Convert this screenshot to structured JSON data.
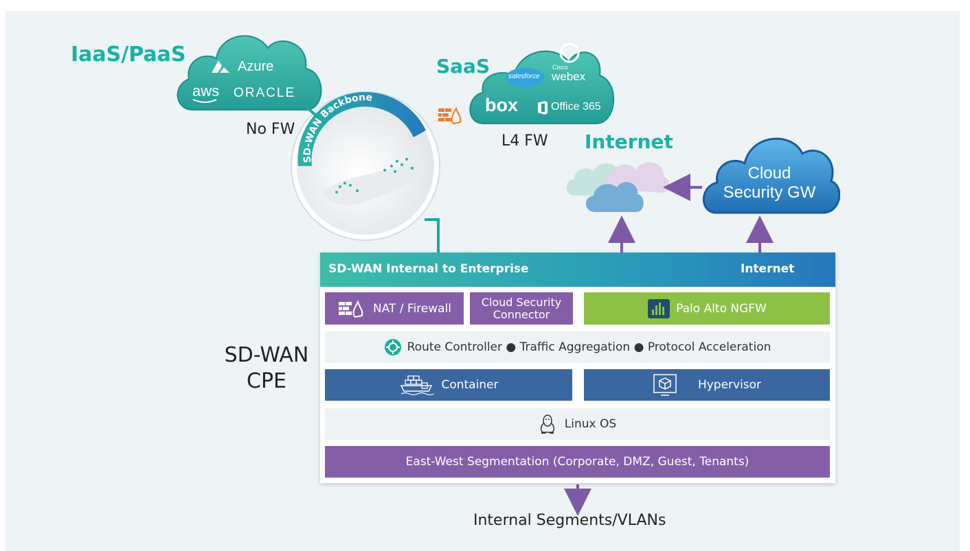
{
  "iaas": {
    "title": "IaaS/PaaS",
    "providers": [
      "Azure",
      "aws",
      "ORACLE"
    ],
    "fw_label": "No FW"
  },
  "saas": {
    "title": "SaaS",
    "providers": [
      "salesforce",
      "Cisco",
      "webex",
      "box",
      "Office 365"
    ],
    "fw_label": "L4 FW"
  },
  "backbone": {
    "label": "SD-WAN Backbone"
  },
  "internet": {
    "title": "Internet"
  },
  "cloud_gw": {
    "line1": "Cloud",
    "line2": "Security GW"
  },
  "cpe": {
    "label_line1": "SD-WAN",
    "label_line2": "CPE",
    "header_left": "SD-WAN Internal to Enterprise",
    "header_right": "Internet",
    "nat_firewall": "NAT / Firewall",
    "cloud_connector_line1": "Cloud Security",
    "cloud_connector_line2": "Connector",
    "palo_alto": "Palo Alto NGFW",
    "route_row": "Route Controller ● Traffic Aggregation ● Protocol Acceleration",
    "container": "Container",
    "hypervisor": "Hypervisor",
    "linux": "Linux OS",
    "segmentation": "East-West Segmentation (Corporate, DMZ, Guest, Tenants)"
  },
  "internal_segments": "Internal Segments/VLANs",
  "colors": {
    "teal": "#19b2a6",
    "purple": "#845fa8",
    "green": "#8dc146",
    "blue": "#3a67a0",
    "arrow_purple": "#7d5aa6"
  },
  "icons": [
    "azure-icon",
    "firewall-icon",
    "office-icon",
    "tux-icon",
    "container-ship-icon",
    "hypervisor-icon",
    "route-icon",
    "palo-alto-icon"
  ]
}
